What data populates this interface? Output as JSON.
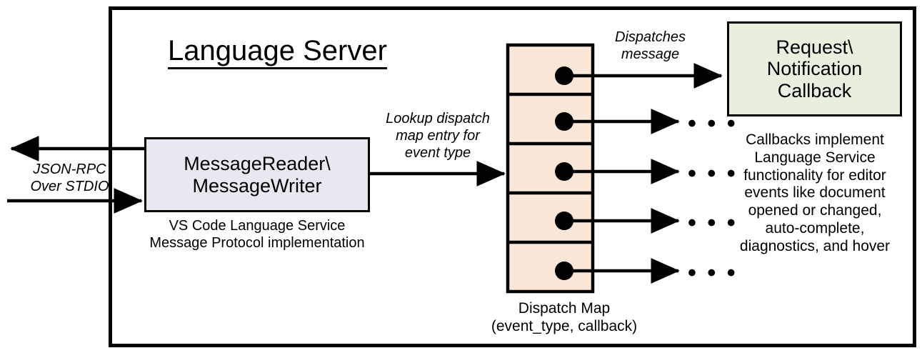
{
  "diagram": {
    "title": "Language Server",
    "outer_border_color": "#000000",
    "background": "#ffffff"
  },
  "nodes": {
    "reader": {
      "label": "MessageReader\\\nMessageWriter",
      "caption": "VS Code Language Service\nMessage Protocol implementation",
      "fill": "#e9e8f1"
    },
    "dispatch_map": {
      "caption": "Dispatch Map\n(event_type, callback)",
      "fill": "#fbe7d8",
      "rows": 5,
      "row_labels": [
        "",
        "",
        "",
        "",
        ""
      ]
    },
    "callback": {
      "label": "Request\\\nNotification\nCallback",
      "caption": "Callbacks implement\nLanguage Service\nfunctionality for editor\nevents like document\nopened or changed,\nauto-complete,\ndiagnostics, and hover",
      "fill": "#e9efdf"
    }
  },
  "annotations": {
    "json_rpc": "JSON-RPC\nOver STDIO",
    "lookup": "Lookup dispatch\nmap entry for\nevent type",
    "dispatches": "Dispatches\nmessage"
  },
  "ellipses": {
    "mark": "• • •",
    "count": 4
  }
}
